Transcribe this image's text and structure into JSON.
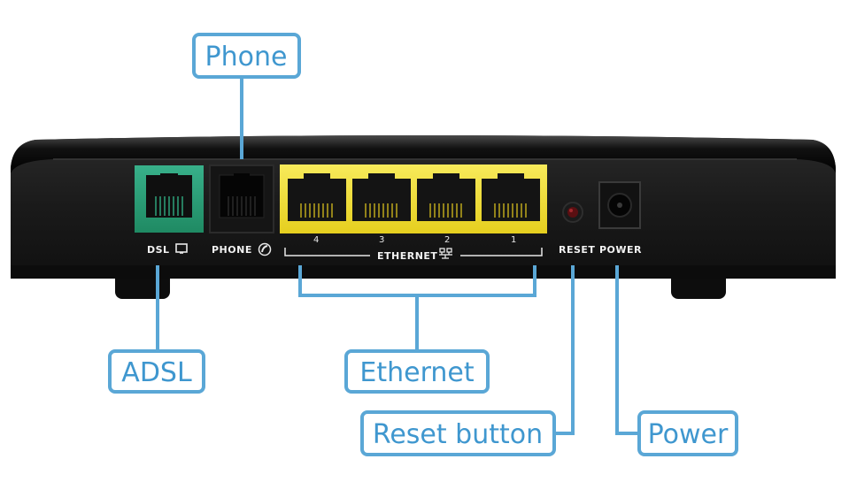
{
  "device": {
    "port_labels": {
      "dsl": "DSL",
      "phone": "PHONE",
      "ethernet": "ETHERNET",
      "reset": "RESET",
      "power": "POWER"
    },
    "ethernet_port_numbers": [
      "4",
      "3",
      "2",
      "1"
    ]
  },
  "callouts": {
    "phone": "Phone",
    "adsl": "ADSL",
    "ethernet": "Ethernet",
    "reset": "Reset button",
    "power": "Power"
  },
  "colors": {
    "callout_stroke": "#5aa7d6",
    "callout_text": "#3f97cf",
    "dsl_port": "#2fa07a",
    "ethernet_port": "#f2e13c",
    "router_body": "#1c1c1c"
  }
}
